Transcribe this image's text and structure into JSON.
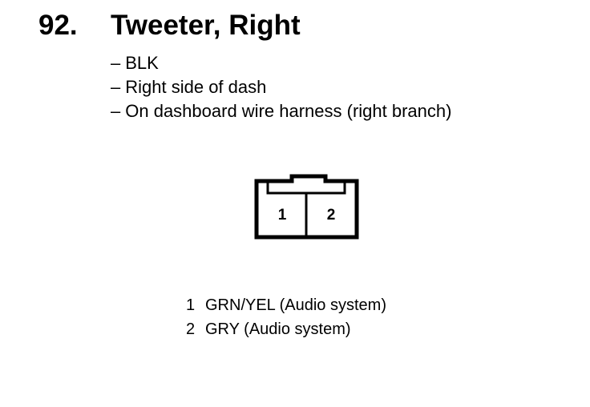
{
  "component": {
    "number": "92.",
    "title": "Tweeter, Right",
    "details": [
      {
        "dash": "–",
        "text": "BLK"
      },
      {
        "dash": "–",
        "text": "Right side of dash"
      },
      {
        "dash": "–",
        "text": "On dashboard wire harness (right branch)"
      }
    ]
  },
  "connector": {
    "pins": [
      "1",
      "2"
    ]
  },
  "pinouts": [
    {
      "pin": "1",
      "desc": "GRN/YEL (Audio system)"
    },
    {
      "pin": "2",
      "desc": "GRY (Audio system)"
    }
  ]
}
